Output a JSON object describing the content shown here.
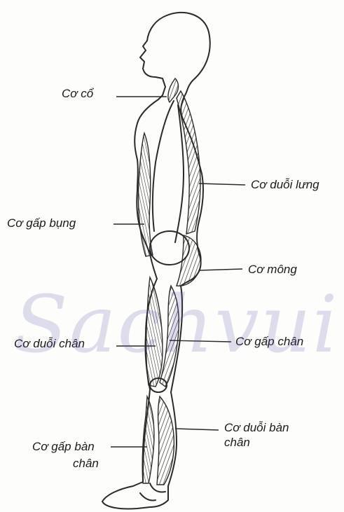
{
  "labels": {
    "neck": "Cơ cổ",
    "back_extensor": "Cơ duỗi lưng",
    "abdominal_flexor": "Cơ gấp bụng",
    "gluteal": "Cơ mông",
    "leg_extensor": "Cơ duỗi chân",
    "leg_flexor": "Cơ gấp chân",
    "foot_extensor_line1": "Cơ duỗi bàn",
    "foot_extensor_line2": "chân",
    "foot_flexor_line1": "Cơ gấp bàn",
    "foot_flexor_line2": "chân"
  },
  "watermark": "Sachvui.C",
  "colors": {
    "ink": "#2a2a2a",
    "watermark": "#4a4aa8",
    "background": "#fdfdfb"
  }
}
